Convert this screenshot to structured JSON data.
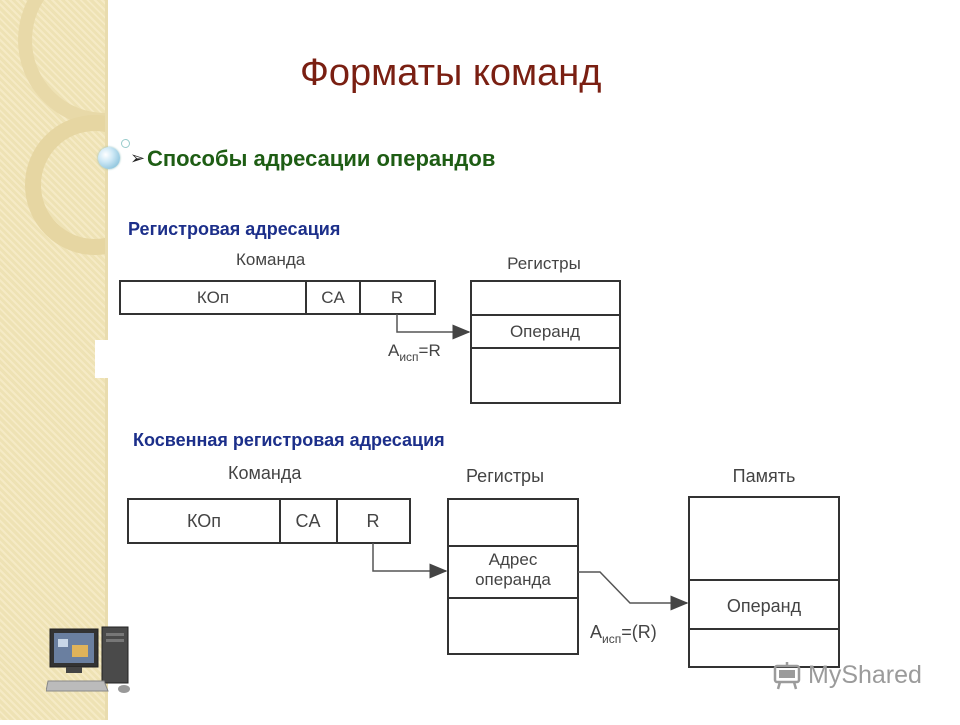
{
  "title": "Форматы команд",
  "subtitle": "Способы адресации операндов",
  "section1": {
    "heading": "Регистровая адресация",
    "command_label": "Команда",
    "fields": [
      "КОп",
      "CA",
      "R"
    ],
    "registers_label": "Регистры",
    "register_cell": "Операнд",
    "address_base": "А",
    "address_sub": "исп",
    "address_rest": "=R"
  },
  "section2": {
    "heading": "Косвенная регистровая адресация",
    "command_label": "Команда",
    "fields": [
      "КОп",
      "CA",
      "R"
    ],
    "registers_label": "Регистры",
    "register_cell_line1": "Адрес",
    "register_cell_line2": "операнда",
    "memory_label": "Память",
    "memory_cell": "Операнд",
    "address_base": "А",
    "address_sub": "исп",
    "address_rest": "=(R)"
  },
  "logo": "MyShared",
  "icons": {
    "bullet": "orb-bullet-icon",
    "arrow": "arrow-bullet-icon",
    "logo": "myshared-logo-icon",
    "computer": "computer-icon"
  }
}
